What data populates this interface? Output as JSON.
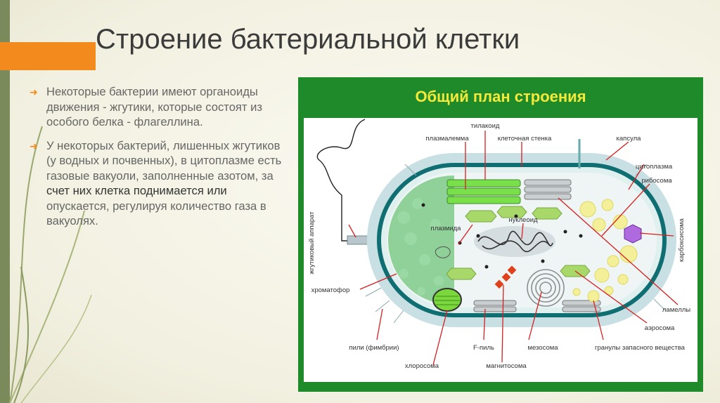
{
  "slide": {
    "title": "Строение бактериальной клетки",
    "bullets": [
      {
        "text": "Некоторые бактерии имеют органоиды движения - жгутики, которые состоят из особого белка - флагеллина."
      },
      {
        "text_before": " У некоторых бактерий, лишенных жгутиков (у водных и почвенных), в цитоплазме есть газовые вакуоли, заполненные азотом, за ",
        "text_highlight": "счет них клетка поднимается или",
        "text_after": " опускается, регулируя количество газа в вакуолях."
      }
    ]
  },
  "figure": {
    "title": "Общий план строения",
    "labels": {
      "tilakoid": "тилакоид",
      "plazmalemma": "плазмалемма",
      "kletochnaya_stenka": "клеточная стенка",
      "kapsula": "капсула",
      "tsitoplazma": "цитоплазма",
      "ribosoma": "рибосома",
      "karboksisoma": "карбоксисома",
      "zhgutikovy_apparat": "жгутиковый аппарат",
      "plazmida": "плазмида",
      "nukleoid": "нуклеоид",
      "hromatofor": "хроматофор",
      "lamelly": "ламеллы",
      "aerosoma": "аэросома",
      "pili": "пили (фимбрии)",
      "f_pil": "F-пиль",
      "mezosoma": "мезосома",
      "granuly": "гранулы запасного вещества",
      "hlorosoma": "хлоросома",
      "magnitosoma": "магнитосома"
    },
    "colors": {
      "frame": "#1f8a2a",
      "label_line": "#d62020",
      "wall": "#0f6e72",
      "capsule": "#c8dfe3"
    }
  }
}
